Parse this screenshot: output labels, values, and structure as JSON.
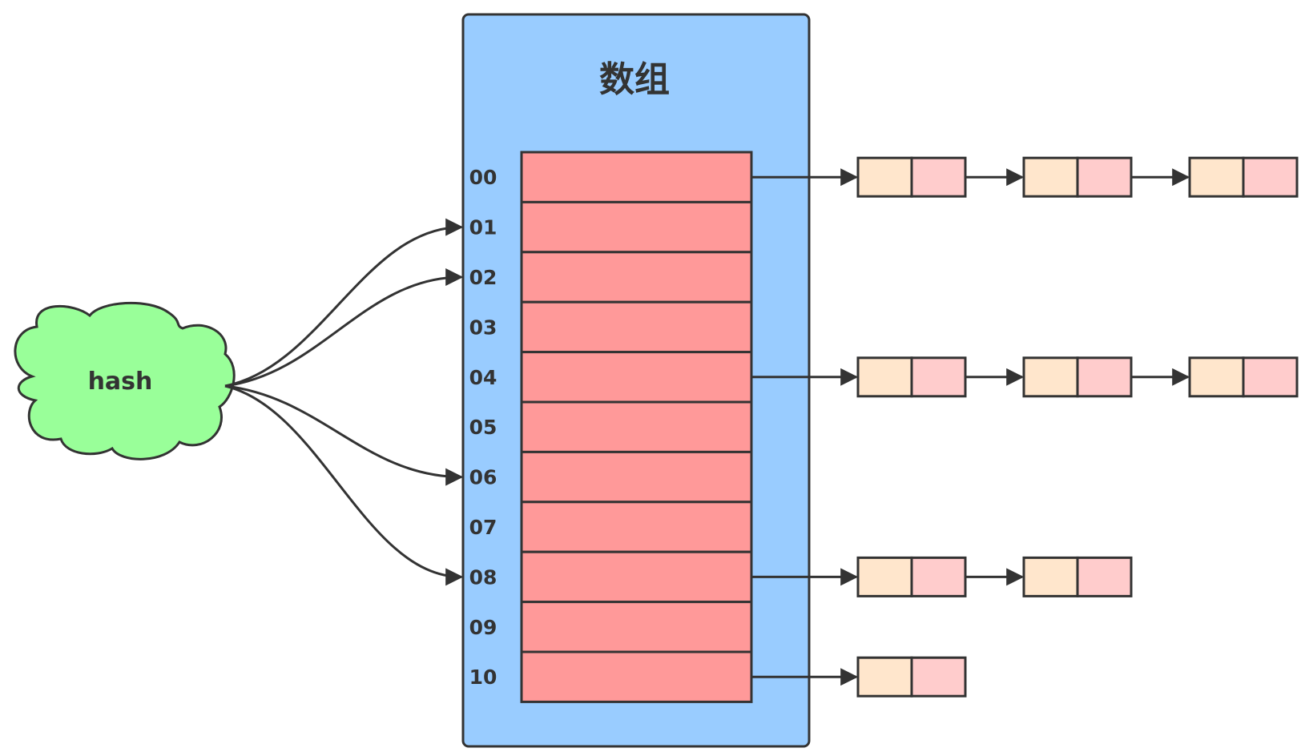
{
  "array": {
    "title": "数组",
    "indices": [
      "00",
      "01",
      "02",
      "03",
      "04",
      "05",
      "06",
      "07",
      "08",
      "09",
      "10"
    ]
  },
  "hash": {
    "label": "hash",
    "targets": [
      "01",
      "02",
      "06",
      "08"
    ]
  },
  "chains": [
    {
      "index": "00",
      "nodes": 3
    },
    {
      "index": "04",
      "nodes": 3
    },
    {
      "index": "08",
      "nodes": 2
    },
    {
      "index": "10",
      "nodes": 1
    }
  ],
  "colors": {
    "container_fill": "#99ccff",
    "slot_fill": "#ff9999",
    "cloud_fill": "#99ff99",
    "node_key_fill": "#ffe6cc",
    "node_value_fill": "#ffcccc",
    "stroke": "#333333"
  }
}
